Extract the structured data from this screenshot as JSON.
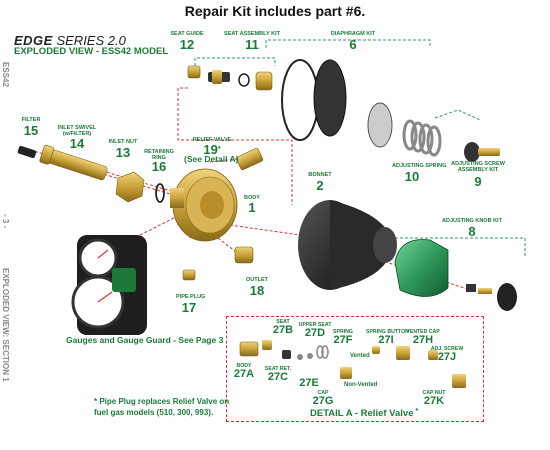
{
  "header": {
    "caption": "Repair Kit includes part #6."
  },
  "brand": {
    "edge": "EDGE",
    "series": "SERIES 2.0",
    "subtitle": "EXPLODED VIEW - ESS42 MODEL"
  },
  "side": {
    "top": "ESS42",
    "page": "- 3 -",
    "section": "EXPLODED VIEW: SECTION 1"
  },
  "parts": [
    {
      "id": "p12",
      "label": "SEAT GUIDE",
      "num": "12"
    },
    {
      "id": "p11",
      "label": "SEAT ASSEMBLY KIT",
      "num": "11"
    },
    {
      "id": "p6",
      "label": "DIAPHRAGM KIT",
      "num": "6"
    },
    {
      "id": "p15",
      "label": "FILTER",
      "num": "15"
    },
    {
      "id": "p14",
      "label": "INLET SWIVEL (w/FILTER)",
      "num": "14"
    },
    {
      "id": "p13",
      "label": "INLET NUT",
      "num": "13"
    },
    {
      "id": "p16",
      "label": "RETAINING RING",
      "num": "16"
    },
    {
      "id": "p19",
      "label": "RELIEF VALVE",
      "num": "19"
    },
    {
      "id": "p1",
      "label": "BODY",
      "num": "1"
    },
    {
      "id": "p10",
      "label": "ADJUSTING SPRING",
      "num": "10"
    },
    {
      "id": "p9",
      "label": "ADJUSTING SCREW ASSEMBLY KIT",
      "num": "9"
    },
    {
      "id": "p2",
      "label": "BONNET",
      "num": "2"
    },
    {
      "id": "p8",
      "label": "ADJUSTING KNOB KIT",
      "num": "8"
    },
    {
      "id": "p17",
      "label": "PIPE PLUG",
      "num": "17"
    },
    {
      "id": "p18",
      "label": "OUTLET",
      "num": "18"
    }
  ],
  "see_detail": "(See Detail A)",
  "gauges_note": "Gauges and Gauge Guard - See Page 3",
  "pipe_note": "* Pipe Plug replaces Relief Valve on fuel gas models (510, 300, 993).",
  "detail": {
    "title": "DETAIL A - Relief Valve",
    "vented": "Vented",
    "nonvented": "Non-Vented",
    "items": [
      {
        "id": "d27a",
        "label": "BODY",
        "num": "27A"
      },
      {
        "id": "d27b",
        "label": "SEAT",
        "num": "27B"
      },
      {
        "id": "d27c",
        "label": "SEAT RET.",
        "num": "27C"
      },
      {
        "id": "d27d",
        "label": "UPPER SEAT",
        "num": "27D"
      },
      {
        "id": "d27e",
        "label": "",
        "num": "27E"
      },
      {
        "id": "d27f",
        "label": "SPRING",
        "num": "27F"
      },
      {
        "id": "d27g",
        "label": "CAP",
        "num": "27G"
      },
      {
        "id": "d27i",
        "label": "SPRING BUTTON",
        "num": "27I"
      },
      {
        "id": "d27h",
        "label": "VENTED CAP",
        "num": "27H"
      },
      {
        "id": "d27j",
        "label": "ADJ. SCREW",
        "num": "27J"
      },
      {
        "id": "d27k",
        "label": "CAP NUT",
        "num": "27K"
      }
    ]
  },
  "colors": {
    "green": "#1b7a3a",
    "red_dash": "#d33",
    "brass": "#c9a23a",
    "black": "#222",
    "knob_green": "#2f9a5a"
  }
}
